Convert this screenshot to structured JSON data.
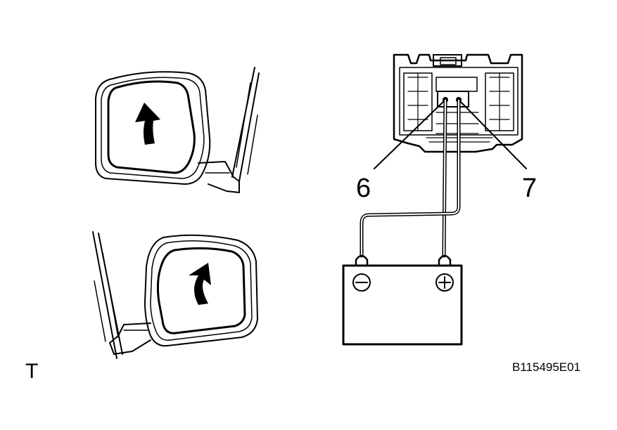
{
  "labels": {
    "pin_left": "6",
    "pin_right": "7",
    "corner_mark": "T",
    "figure_code": "B115495E01"
  },
  "icons": {
    "battery_negative": "minus-terminal-icon",
    "battery_positive": "plus-terminal-icon",
    "mirror_direction": "arrow-up-curved-icon"
  },
  "colors": {
    "line": "#000000",
    "background": "#ffffff"
  }
}
